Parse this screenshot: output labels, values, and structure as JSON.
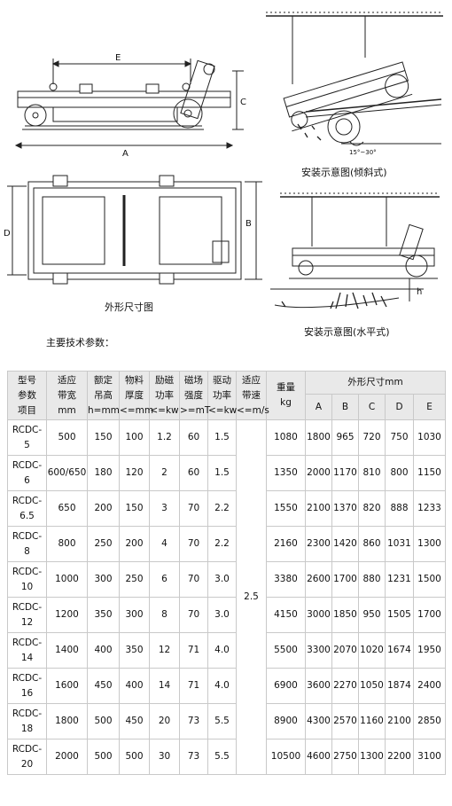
{
  "captions": {
    "tilt": "安装示意图(倾斜式)",
    "outline": "外形尺寸图",
    "horizontal": "安装示意图(水平式)"
  },
  "dim_labels": {
    "E": "E",
    "A": "A",
    "C": "C",
    "D": "D",
    "B": "B",
    "h": "h",
    "angle": "15°~30°"
  },
  "section_title": "主要技术参数：",
  "table": {
    "param_header": [
      "型号",
      "参数",
      "项目"
    ],
    "columns": [
      [
        "适应",
        "带宽",
        "mm"
      ],
      [
        "额定",
        "吊高",
        "h=mm"
      ],
      [
        "物料",
        "厚度",
        "<=mm"
      ],
      [
        "励磁",
        "功率",
        "<=kw"
      ],
      [
        "磁场",
        "强度",
        ">=mT"
      ],
      [
        "驱动",
        "功率",
        "<=kw"
      ],
      [
        "适应",
        "带速",
        "<=m/s"
      ]
    ],
    "weight_header": [
      "重量",
      "kg"
    ],
    "dims_header": "外形尺寸mm",
    "dims_sub": [
      "A",
      "B",
      "C",
      "D",
      "E"
    ],
    "belt_speed": "2.5",
    "rows": [
      {
        "model": [
          "RCDC-",
          "5"
        ],
        "belt": "500",
        "hang": "150",
        "thick": "100",
        "power": "1.2",
        "field": "60",
        "drive": "1.5",
        "weight": "1080",
        "A": "1800",
        "B": "965",
        "C": "720",
        "D": "750",
        "E": "1030"
      },
      {
        "model": [
          "RCDC-",
          "6"
        ],
        "belt": "600/650",
        "hang": "180",
        "thick": "120",
        "power": "2",
        "field": "60",
        "drive": "1.5",
        "weight": "1350",
        "A": "2000",
        "B": "1170",
        "C": "810",
        "D": "800",
        "E": "1150"
      },
      {
        "model": [
          "RCDC-",
          "6.5"
        ],
        "belt": "650",
        "hang": "200",
        "thick": "150",
        "power": "3",
        "field": "70",
        "drive": "2.2",
        "weight": "1550",
        "A": "2100",
        "B": "1370",
        "C": "820",
        "D": "888",
        "E": "1233"
      },
      {
        "model": [
          "RCDC-",
          "8"
        ],
        "belt": "800",
        "hang": "250",
        "thick": "200",
        "power": "4",
        "field": "70",
        "drive": "2.2",
        "weight": "2160",
        "A": "2300",
        "B": "1420",
        "C": "860",
        "D": "1031",
        "E": "1300"
      },
      {
        "model": [
          "RCDC-",
          "10"
        ],
        "belt": "1000",
        "hang": "300",
        "thick": "250",
        "power": "6",
        "field": "70",
        "drive": "3.0",
        "weight": "3380",
        "A": "2600",
        "B": "1700",
        "C": "880",
        "D": "1231",
        "E": "1500"
      },
      {
        "model": [
          "RCDC-",
          "12"
        ],
        "belt": "1200",
        "hang": "350",
        "thick": "300",
        "power": "8",
        "field": "70",
        "drive": "3.0",
        "weight": "4150",
        "A": "3000",
        "B": "1850",
        "C": "950",
        "D": "1505",
        "E": "1700"
      },
      {
        "model": [
          "RCDC-",
          "14"
        ],
        "belt": "1400",
        "hang": "400",
        "thick": "350",
        "power": "12",
        "field": "71",
        "drive": "4.0",
        "weight": "5500",
        "A": "3300",
        "B": "2070",
        "C": "1020",
        "D": "1674",
        "E": "1950"
      },
      {
        "model": [
          "RCDC-",
          "16"
        ],
        "belt": "1600",
        "hang": "450",
        "thick": "400",
        "power": "14",
        "field": "71",
        "drive": "4.0",
        "weight": "6900",
        "A": "3600",
        "B": "2270",
        "C": "1050",
        "D": "1874",
        "E": "2400"
      },
      {
        "model": [
          "RCDC-",
          "18"
        ],
        "belt": "1800",
        "hang": "500",
        "thick": "450",
        "power": "20",
        "field": "73",
        "drive": "5.5",
        "weight": "8900",
        "A": "4300",
        "B": "2570",
        "C": "1160",
        "D": "2100",
        "E": "2850"
      },
      {
        "model": [
          "RCDC-",
          "20"
        ],
        "belt": "2000",
        "hang": "500",
        "thick": "500",
        "power": "30",
        "field": "73",
        "drive": "5.5",
        "weight": "10500",
        "A": "4600",
        "B": "2750",
        "C": "1300",
        "D": "2200",
        "E": "3100"
      }
    ]
  }
}
